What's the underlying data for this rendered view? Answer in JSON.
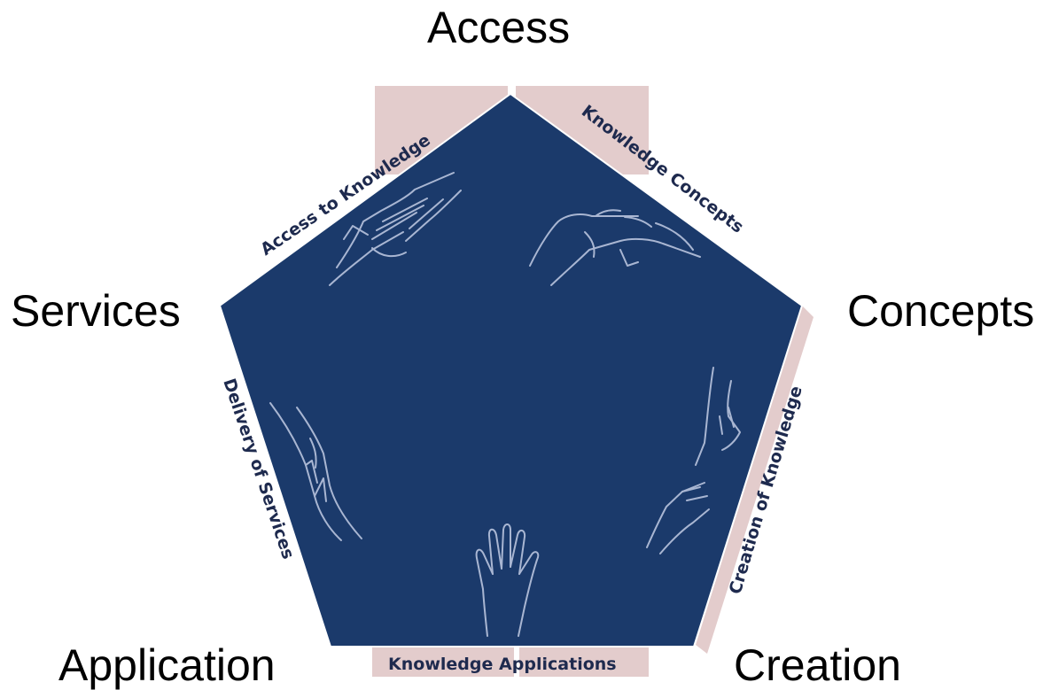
{
  "vertices": {
    "top": "Access",
    "upper_left": "Services",
    "upper_right": "Concepts",
    "lower_left": "Application",
    "lower_right": "Creation"
  },
  "edges": {
    "top_left": "Access to Knowledge",
    "top_right": "Knowledge Concepts",
    "right": "Creation of Knowledge",
    "bottom": "Knowledge Applications",
    "left": "Delivery of Services"
  },
  "colors": {
    "pentagon_fill": "#1b3a6b",
    "band_fill": "#e3cccc",
    "edge_text": "#1e2a4e",
    "hand_stroke": "#a9b6d2"
  },
  "icons": [
    "reaching-hands-icon",
    "pointing-hands-icon",
    "touching-fingers-icon",
    "raised-hand-icon",
    "clasped-hands-icon"
  ]
}
